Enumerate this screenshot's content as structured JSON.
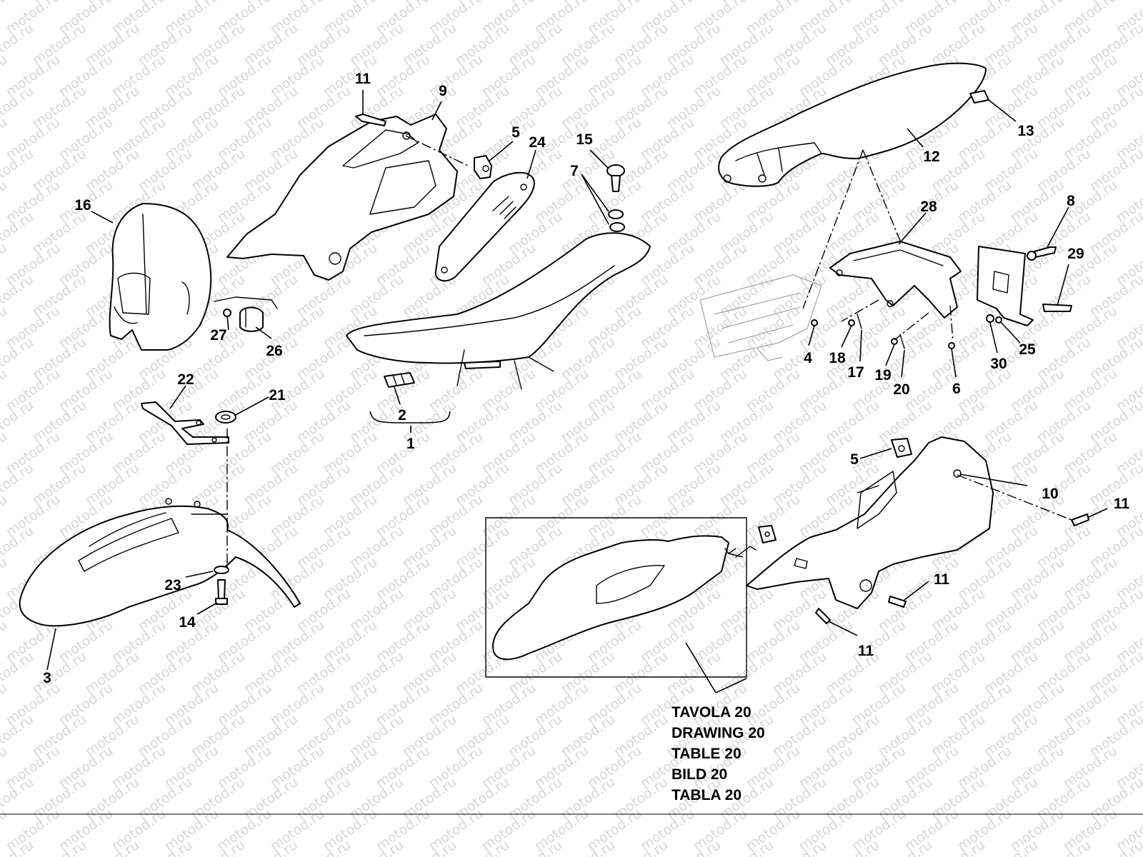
{
  "watermark": "motod.ru",
  "callouts": [
    {
      "id": "c1",
      "label": "1"
    },
    {
      "id": "c2",
      "label": "2"
    },
    {
      "id": "c3",
      "label": "3"
    },
    {
      "id": "c4",
      "label": "4"
    },
    {
      "id": "c5a",
      "label": "5"
    },
    {
      "id": "c5b",
      "label": "5"
    },
    {
      "id": "c6",
      "label": "6"
    },
    {
      "id": "c7",
      "label": "7"
    },
    {
      "id": "c8",
      "label": "8"
    },
    {
      "id": "c9",
      "label": "9"
    },
    {
      "id": "c10",
      "label": "10"
    },
    {
      "id": "c11a",
      "label": "11"
    },
    {
      "id": "c11b",
      "label": "11"
    },
    {
      "id": "c11c",
      "label": "11"
    },
    {
      "id": "c11d",
      "label": "11"
    },
    {
      "id": "c12",
      "label": "12"
    },
    {
      "id": "c13",
      "label": "13"
    },
    {
      "id": "c14",
      "label": "14"
    },
    {
      "id": "c15",
      "label": "15"
    },
    {
      "id": "c16",
      "label": "16"
    },
    {
      "id": "c17",
      "label": "17"
    },
    {
      "id": "c18",
      "label": "18"
    },
    {
      "id": "c19",
      "label": "19"
    },
    {
      "id": "c20",
      "label": "20"
    },
    {
      "id": "c21",
      "label": "21"
    },
    {
      "id": "c22",
      "label": "22"
    },
    {
      "id": "c23",
      "label": "23"
    },
    {
      "id": "c24",
      "label": "24"
    },
    {
      "id": "c25",
      "label": "25"
    },
    {
      "id": "c26",
      "label": "26"
    },
    {
      "id": "c27",
      "label": "27"
    },
    {
      "id": "c28",
      "label": "28"
    },
    {
      "id": "c29",
      "label": "29"
    },
    {
      "id": "c30",
      "label": "30"
    }
  ],
  "reference": [
    "TAVOLA 20",
    "DRAWING 20",
    "TABLE 20",
    "BILD 20",
    "TABLA 20"
  ]
}
